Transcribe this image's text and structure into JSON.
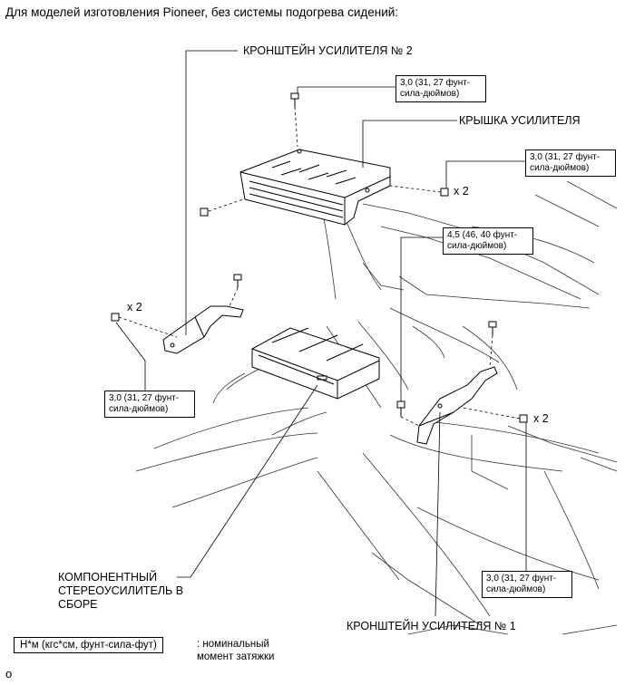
{
  "heading": "Для моделей изготовления Pioneer, без системы подогрева сидений:",
  "parts": {
    "bracket_no2": "КРОНШТЕЙН УСИЛИТЕЛЯ № 2",
    "amplifier_cover": "КРЫШКА УСИЛИТЕЛЯ",
    "amplifier_assembly": "КОМПОНЕНТНЫЙ СТЕРЕОУСИЛИТЕЛЬ В СБОРЕ",
    "bracket_no1": "КРОНШТЕЙН УСИЛИТЕЛЯ № 1"
  },
  "torques": {
    "t1": "3,0 (31, 27 фунт-сила-дюймов)",
    "t2": "3,0 (31, 27 фунт-сила-дюймов)",
    "t3": "4,5 (46, 40 фунт-сила-дюймов)",
    "t4": "3,0 (31, 27 фунт-сила-дюймов)",
    "t5": "3,0 (31, 27 фунт-сила-дюймов)"
  },
  "quantities": {
    "q1": "x 2",
    "q2": "x 2",
    "q3": "x 2"
  },
  "legend": {
    "units": "Н*м (кгс*см, фунт-сила-фут)",
    "meaning": ": номинальный момент затяжки"
  },
  "footnote": "o"
}
